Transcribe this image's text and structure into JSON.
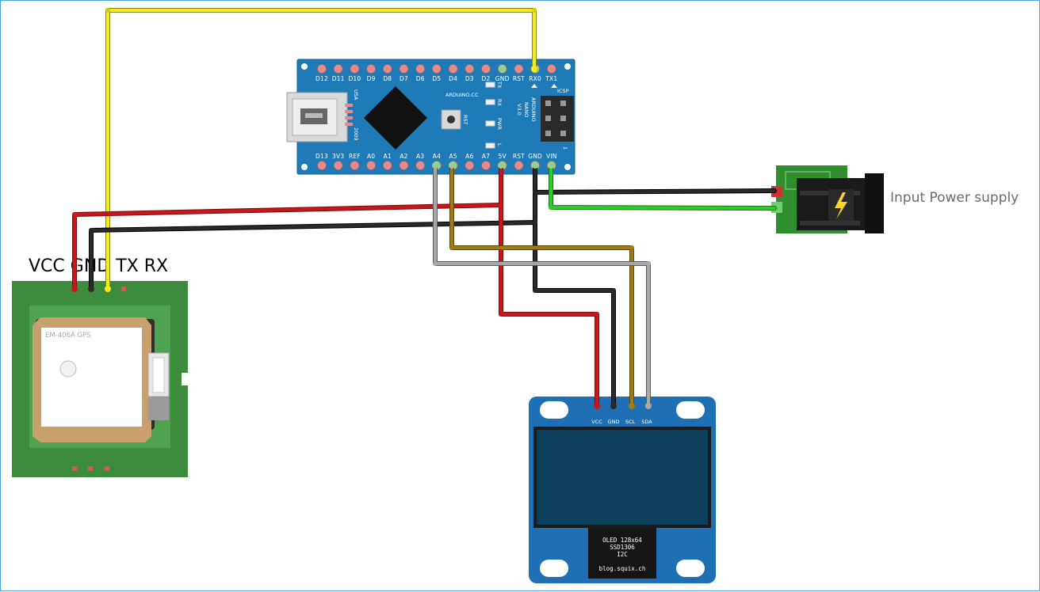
{
  "arduino": {
    "top_pins": [
      "D12",
      "D11",
      "D10",
      "D9",
      "D8",
      "D7",
      "D6",
      "D5",
      "D4",
      "D3",
      "D2",
      "GND",
      "RST",
      "RX0",
      "TX1"
    ],
    "bottom_pins": [
      "D13",
      "3V3",
      "REF",
      "A0",
      "A1",
      "A2",
      "A3",
      "A4",
      "A5",
      "A6",
      "A7",
      "5V",
      "RST",
      "GND",
      "VIN"
    ],
    "usa_text": "USA",
    "year_text": "2009",
    "brand_text": "ARDUINO.CC",
    "rst_label": "RST",
    "led_labels": [
      "TX",
      "RX",
      "PWR",
      "L"
    ],
    "model_lines": [
      "ARDUINO",
      "NANO",
      "V3.0"
    ],
    "icsp_label": "ICSP",
    "icsp_one": "1"
  },
  "gps": {
    "pin_labels": "VCC GND TX RX",
    "antenna_label": "EM-406A GPS"
  },
  "oled": {
    "pin_labels": [
      "VCC",
      "GND",
      "SCL",
      "SDA"
    ],
    "info_lines": [
      "OLED 128x64",
      "SSD1306",
      "I2C"
    ],
    "site": "blog.squix.ch"
  },
  "power": {
    "label": "Input Power supply",
    "icon": "lightning-bolt-icon"
  },
  "wire_colors": {
    "yellow": "#f2ec1a",
    "red": "#c8161d",
    "black": "#1e1e1e",
    "gray": "#9a9a9a",
    "brown": "#a07a12",
    "green": "#2ecc2e"
  }
}
